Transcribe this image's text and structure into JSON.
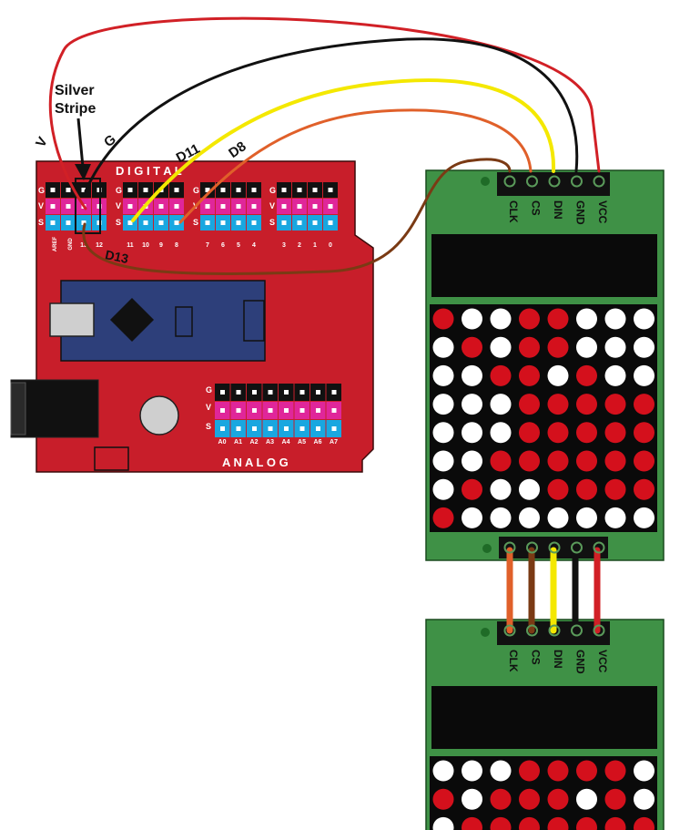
{
  "labels": {
    "silver_stripe": [
      "Silver",
      "Stripe"
    ],
    "wire_v": "V",
    "wire_g": "G",
    "wire_d11": "D11",
    "wire_d8": "D8",
    "wire_d13": "D13"
  },
  "board": {
    "digital_title": "D I G I T A L",
    "analog_title": "A N A L O G",
    "row_labels": [
      "G",
      "V",
      "S"
    ],
    "digital_pin_labels": [
      "AREF",
      "GND",
      "13",
      "12",
      "11",
      "10",
      "9",
      "8",
      "7",
      "6",
      "5",
      "4",
      "3",
      "2",
      "1",
      "0"
    ],
    "analog_pin_labels": [
      "A0",
      "A1",
      "A2",
      "A3",
      "A4",
      "A5",
      "A6",
      "A7"
    ]
  },
  "module": {
    "pins": [
      "CLK",
      "CS",
      "DIN",
      "GND",
      "VCC"
    ],
    "matrix_top": [
      [
        1,
        0,
        0,
        1,
        1,
        0,
        0,
        0
      ],
      [
        0,
        1,
        0,
        1,
        1,
        0,
        0,
        0
      ],
      [
        0,
        0,
        1,
        1,
        0,
        1,
        0,
        0
      ],
      [
        0,
        0,
        0,
        1,
        1,
        1,
        1,
        1
      ],
      [
        0,
        0,
        0,
        1,
        1,
        1,
        1,
        1
      ],
      [
        0,
        0,
        1,
        1,
        1,
        1,
        1,
        1
      ],
      [
        0,
        1,
        0,
        0,
        1,
        1,
        1,
        1
      ],
      [
        1,
        0,
        0,
        0,
        0,
        0,
        0,
        0
      ]
    ],
    "matrix_bottom": [
      [
        0,
        0,
        0,
        1,
        1,
        1,
        1,
        0
      ],
      [
        1,
        0,
        1,
        1,
        1,
        0,
        1,
        0
      ],
      [
        0,
        1,
        1,
        1,
        1,
        1,
        1,
        1
      ]
    ]
  },
  "colors": {
    "board_red": "#c81e2a",
    "module_green": "#3f9146",
    "led_red": "#d4101c",
    "wire_red": "#d12026",
    "wire_black": "#111111",
    "wire_yellow": "#f4e800",
    "wire_orange": "#e0602a",
    "wire_brown": "#7a3a14"
  }
}
